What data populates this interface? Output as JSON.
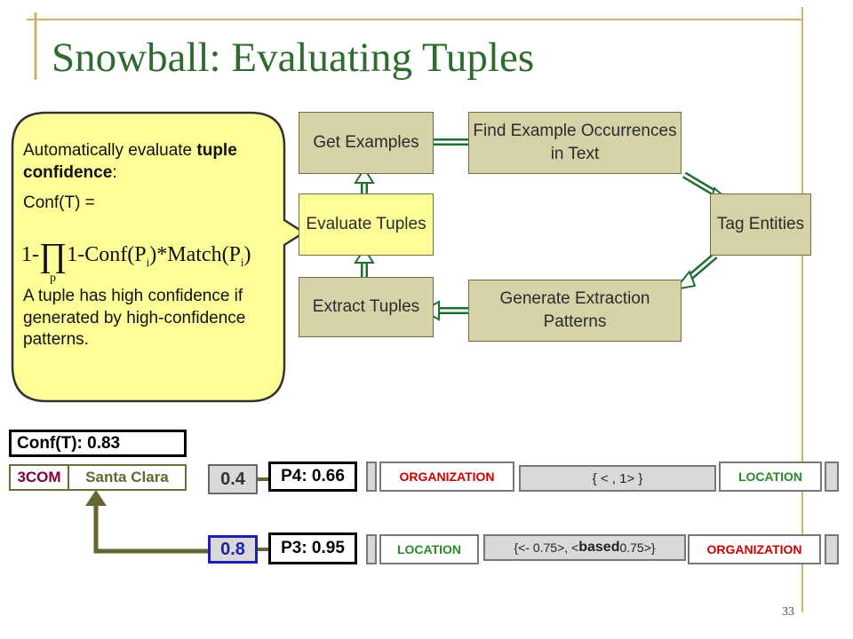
{
  "slide": {
    "title": "Snowball: Evaluating Tuples",
    "page_number": "33"
  },
  "flow": {
    "get_examples": "Get Examples",
    "find_occurrences": "Find Example Occurrences in Text",
    "tag_entities": "Tag Entities",
    "generate_patterns": "Generate Extraction Patterns",
    "extract_tuples": "Extract Tuples",
    "evaluate_tuples": "Evaluate Tuples"
  },
  "callout": {
    "line1_prefix": "Automatically evaluate ",
    "line1_bold": "tuple confidence",
    "line1_suffix": ":",
    "conf_label": "Conf(T) =",
    "formula": {
      "one_minus": "1-",
      "product_symbol": "∏",
      "product_index": "p",
      "term_prefix": "1-Conf(P",
      "term_index1": "i",
      "term_middle": ")*Match(P",
      "term_index2": "i",
      "term_suffix": ")"
    },
    "explanation": "A tuple has high confidence if generated by high-confidence patterns."
  },
  "example": {
    "conf_result": "Conf(T): 0.83",
    "tuple": {
      "org": "3COM",
      "loc": "Santa Clara"
    },
    "match_scores": [
      "0.4",
      "0.8"
    ],
    "patterns": [
      {
        "label": "P4: 0.66",
        "left_tag": "ORGANIZATION",
        "middle": "{ < , 1> }",
        "right_tag": "LOCATION"
      },
      {
        "label": "P3: 0.95",
        "left_tag": "LOCATION",
        "middle_prefix": "{<- 0.75>, <",
        "middle_bold": "based",
        "middle_suffix": " 0.75>}",
        "right_tag": "ORGANIZATION"
      }
    ]
  },
  "colors": {
    "title": "#2e6b2e",
    "box_fill": "#d6d2a8",
    "highlight_fill": "#ffff99",
    "arrow_green": "#1e6e32",
    "org_red": "#cc0000",
    "loc_green": "#2a8a2a",
    "org_tuple": "#800040",
    "loc_tuple": "#666633",
    "score_blue": "#1f1fb0"
  }
}
